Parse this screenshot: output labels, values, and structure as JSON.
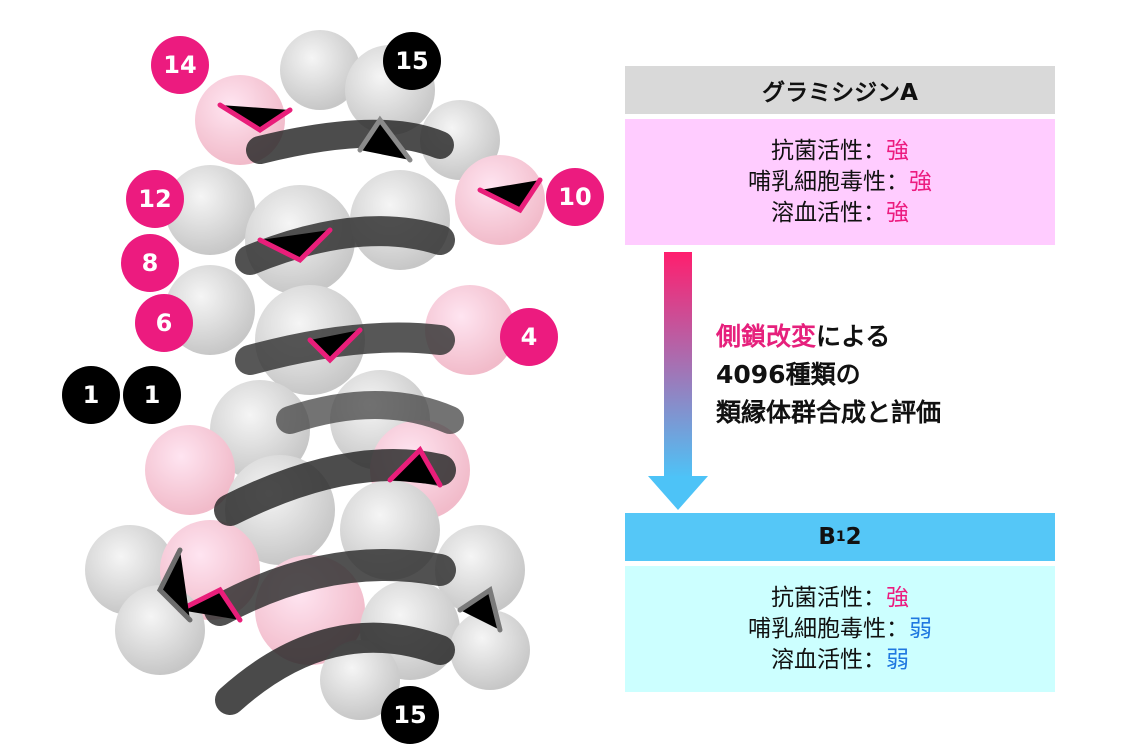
{
  "labels": {
    "pink": [
      {
        "id": "14",
        "text": "14"
      },
      {
        "id": "12",
        "text": "12"
      },
      {
        "id": "10",
        "text": "10"
      },
      {
        "id": "8",
        "text": "8"
      },
      {
        "id": "6",
        "text": "6"
      },
      {
        "id": "4",
        "text": "4"
      }
    ],
    "black": [
      {
        "id": "15a",
        "text": "15"
      },
      {
        "id": "1a",
        "text": "1"
      },
      {
        "id": "1b",
        "text": "1"
      },
      {
        "id": "15b",
        "text": "15"
      }
    ]
  },
  "top_panel": {
    "title": "グラミシジンA",
    "rows": [
      {
        "label": "抗菌活性：",
        "value": "強",
        "level": "strong"
      },
      {
        "label": "哺乳細胞毒性：",
        "value": "強",
        "level": "strong"
      },
      {
        "label": "溶血活性：",
        "value": "強",
        "level": "strong"
      }
    ]
  },
  "arrow": {
    "highlight": "側鎖改変",
    "line1_rest": "による",
    "line2": "4096種類の",
    "line3": "類縁体群合成と評価"
  },
  "bottom_panel": {
    "title_main": "B",
    "title_sub": "1",
    "title_tail": "2",
    "rows": [
      {
        "label": "抗菌活性：",
        "value": "強",
        "level": "strong"
      },
      {
        "label": "哺乳細胞毒性：",
        "value": "弱",
        "level": "weak"
      },
      {
        "label": "溶血活性：",
        "value": "弱",
        "level": "weak"
      }
    ]
  },
  "colors": {
    "pink": "#ec1b7f",
    "black": "#000000",
    "grey_bar": "#d9d9d9",
    "pink_panel": "#ffccff",
    "blue_bar": "#55c7f7",
    "cyan_panel": "#ccffff",
    "weak_text": "#1f78e0"
  }
}
